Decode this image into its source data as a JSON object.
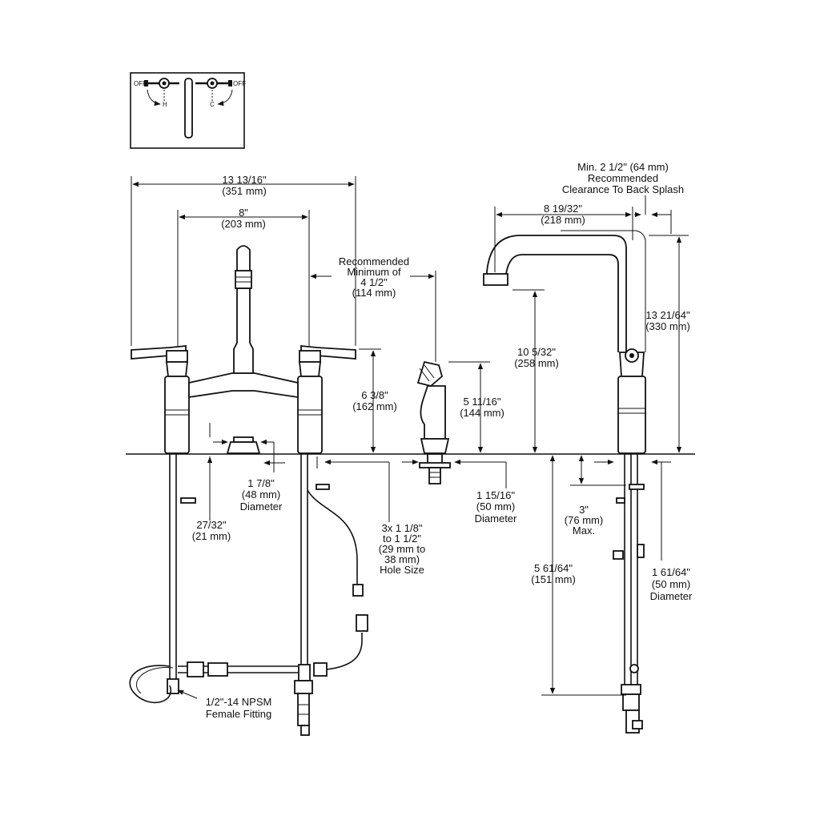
{
  "legend": {
    "off_left": "OFF",
    "off_right": "OFF",
    "hot": "H",
    "cold": "C"
  },
  "dimensions": {
    "overall_width": [
      "13 13/16\"",
      "(351 mm)"
    ],
    "center_width": [
      "8\"",
      "(203 mm)"
    ],
    "min_spacing": [
      "Recommended",
      "Minimum of",
      "4 1/2\"",
      "(114 mm)"
    ],
    "handle_height": [
      "6 3/8\"",
      "(162 mm)"
    ],
    "sprayer_height": [
      "5 11/16\"",
      "(144 mm)"
    ],
    "base_diameter": [
      "1 7/8\"",
      "(48 mm)",
      "Diameter"
    ],
    "base_thickness": [
      "27/32\"",
      "(21 mm)"
    ],
    "hole_size": [
      "3x 1 1/8\"",
      "to 1 1/2\"",
      "(29 mm to",
      "38 mm)",
      "Hole Size"
    ],
    "sprayer_base": [
      "1 15/16\"",
      "(50 mm)",
      "Diameter"
    ],
    "fitting": [
      "1/2\"-14 NPSM",
      "Female Fitting"
    ],
    "back_splash": [
      "Min. 2 1/2\" (64 mm)",
      "Recommended",
      "Clearance To Back Splash"
    ],
    "spout_reach": [
      "8 19/32\"",
      "(218 mm)"
    ],
    "spout_height": [
      "10 5/32\"",
      "(258 mm)"
    ],
    "total_height": [
      "13 21/64\"",
      "(330 mm)"
    ],
    "deck_thickness": [
      "3\"",
      "(76 mm)",
      "Max."
    ],
    "shank_length": [
      "5 61/64\"",
      "(151 mm)"
    ],
    "shank_diameter": [
      "1 61/64\"",
      "(50 mm)",
      "Diameter"
    ]
  }
}
